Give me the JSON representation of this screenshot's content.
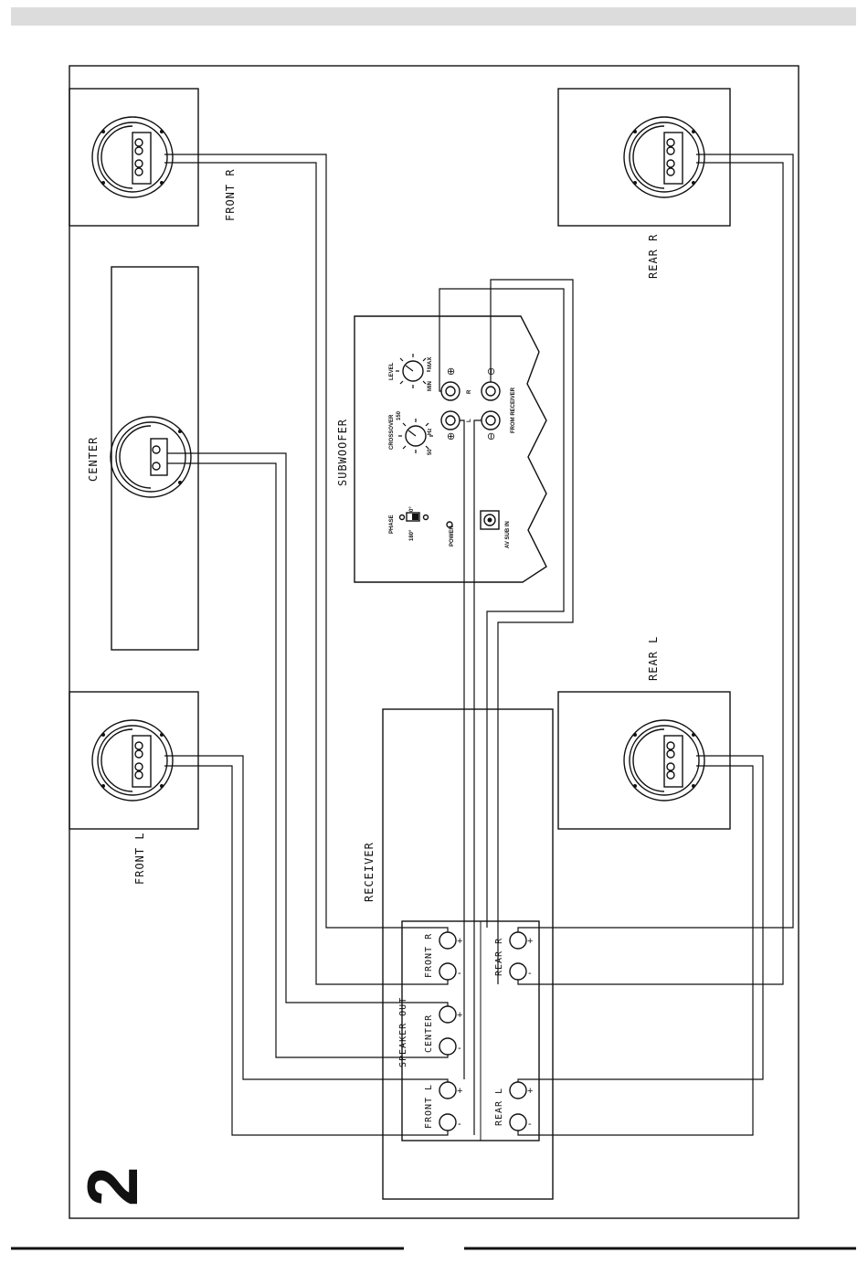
{
  "page_number": "2",
  "speakers": {
    "front_r": "FRONT R",
    "rear_r": "REAR R",
    "center": "CENTER",
    "front_l": "FRONT L",
    "rear_l": "REAR L"
  },
  "subwoofer": {
    "title": "SUBWOOFER",
    "level": "LEVEL",
    "min": "MIN",
    "max": "MAX",
    "crossover": "CROSSOVER",
    "crossover_low": "50",
    "crossover_high": "150",
    "hz": "Hz",
    "phase": "PHASE",
    "phase_0": "0°",
    "phase_180": "180°",
    "power": "POWER",
    "from_receiver": "FROM RECEIVER",
    "av_sub_in": "AV SUB IN",
    "r": "R",
    "l": "L"
  },
  "receiver": {
    "title": "RECEIVER",
    "speaker_out": "SPEAKER OUT",
    "front_r": "FRONT R",
    "center": "CENTER",
    "front_l": "FRONT L",
    "rear_r": "REAR R",
    "rear_l": "REAR L",
    "plus": "+",
    "minus": "-"
  }
}
